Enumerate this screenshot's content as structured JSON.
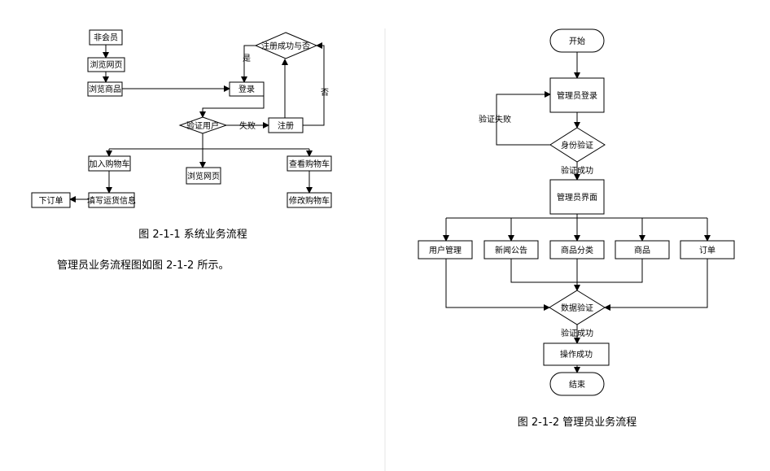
{
  "left_diagram": {
    "nodes": {
      "non_member": "非会员",
      "browse_web": "浏览网页",
      "browse_goods": "浏览商品",
      "register_ok": "注册成功与否",
      "login": "登录",
      "verify_user": "验证用户",
      "register": "注册",
      "add_cart": "加入购物车",
      "browse_page": "浏览网页",
      "view_cart": "查看购物车",
      "place_order": "下订单",
      "fill_address": "填写运货信息",
      "edit_cart": "修改购物车"
    },
    "edge_labels": {
      "yes": "是",
      "no": "否",
      "fail": "失败"
    },
    "caption": "图 2-1-1 系统业务流程"
  },
  "body_text": "管理员业务流程图如图 2-1-2 所示。",
  "right_diagram": {
    "nodes": {
      "start": "开始",
      "admin_login": "管理员登录",
      "identity_verify": "身份验证",
      "admin_ui": "管理员界面",
      "user_mgmt": "用户管理",
      "news": "新闻公告",
      "goods_cat": "商品分类",
      "goods": "商品",
      "orders": "订单",
      "data_verify": "数据验证",
      "op_success": "操作成功",
      "end": "结束"
    },
    "edge_labels": {
      "verify_fail": "验证失败",
      "verify_ok_1": "验证成功",
      "verify_ok_2": "验证成功"
    },
    "caption": "图 2-1-2 管理员业务流程"
  }
}
